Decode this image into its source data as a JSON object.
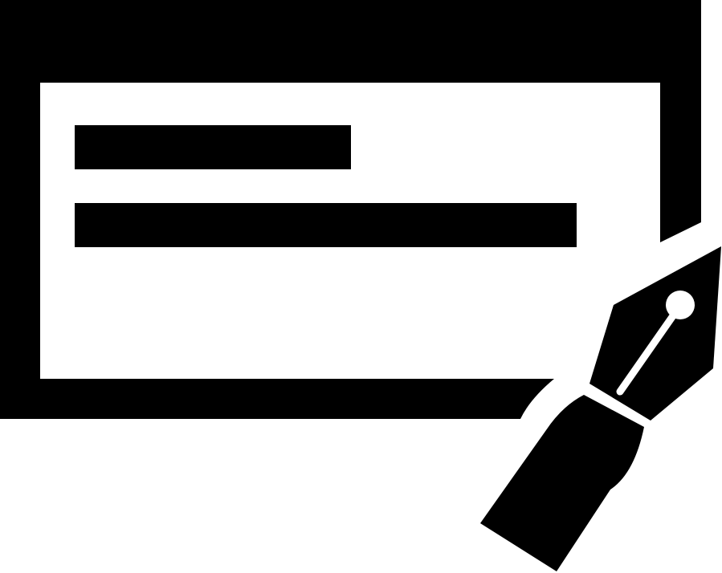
{
  "icon": {
    "name": "cheque-signature-icon",
    "parts": [
      "document-frame",
      "text-line-short",
      "text-line-long",
      "fountain-pen-nib",
      "fountain-pen-body"
    ]
  },
  "colors": {
    "foreground": "#000000",
    "background": "#ffffff"
  }
}
